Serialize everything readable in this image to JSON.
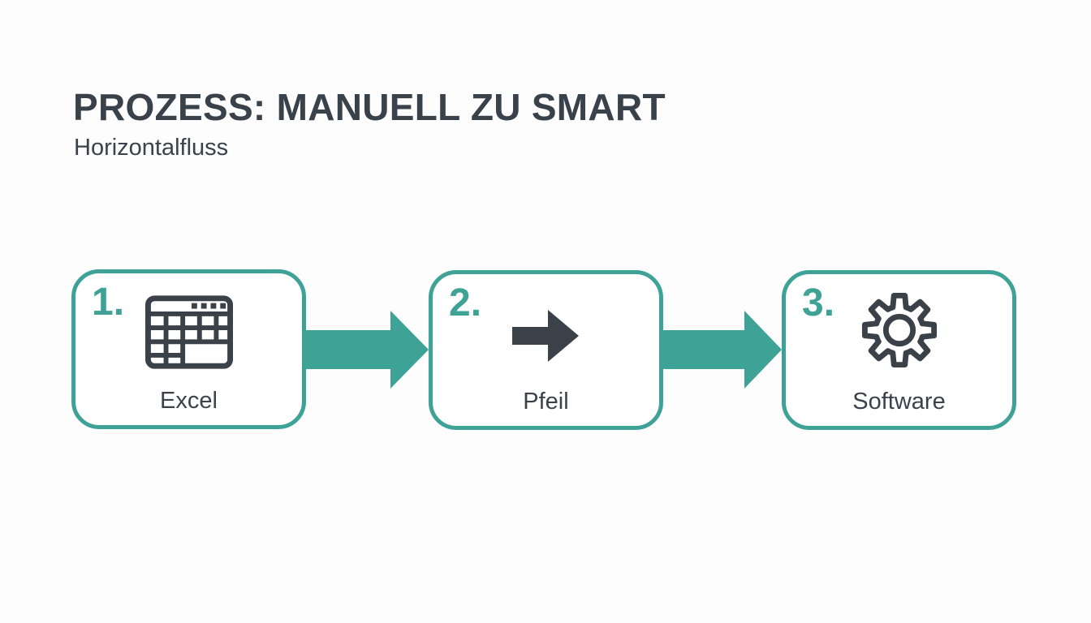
{
  "header": {
    "title": "PROZESS: MANUELL ZU SMART",
    "subtitle": "Horizontalfluss"
  },
  "colors": {
    "accent_teal": "#3FA296",
    "icon_dark": "#3A4149",
    "title_text": "#39414B",
    "label_text": "#3B424B",
    "background": "#FDFDFD",
    "box_fill": "#FFFFFF"
  },
  "steps": [
    {
      "number": "1.",
      "label": "Excel",
      "icon": "spreadsheet-icon"
    },
    {
      "number": "2.",
      "label": "Pfeil",
      "icon": "arrow-right-icon"
    },
    {
      "number": "3.",
      "label": "Software",
      "icon": "gear-icon"
    }
  ],
  "connectors": [
    {
      "type": "arrow-right"
    },
    {
      "type": "arrow-right"
    }
  ]
}
